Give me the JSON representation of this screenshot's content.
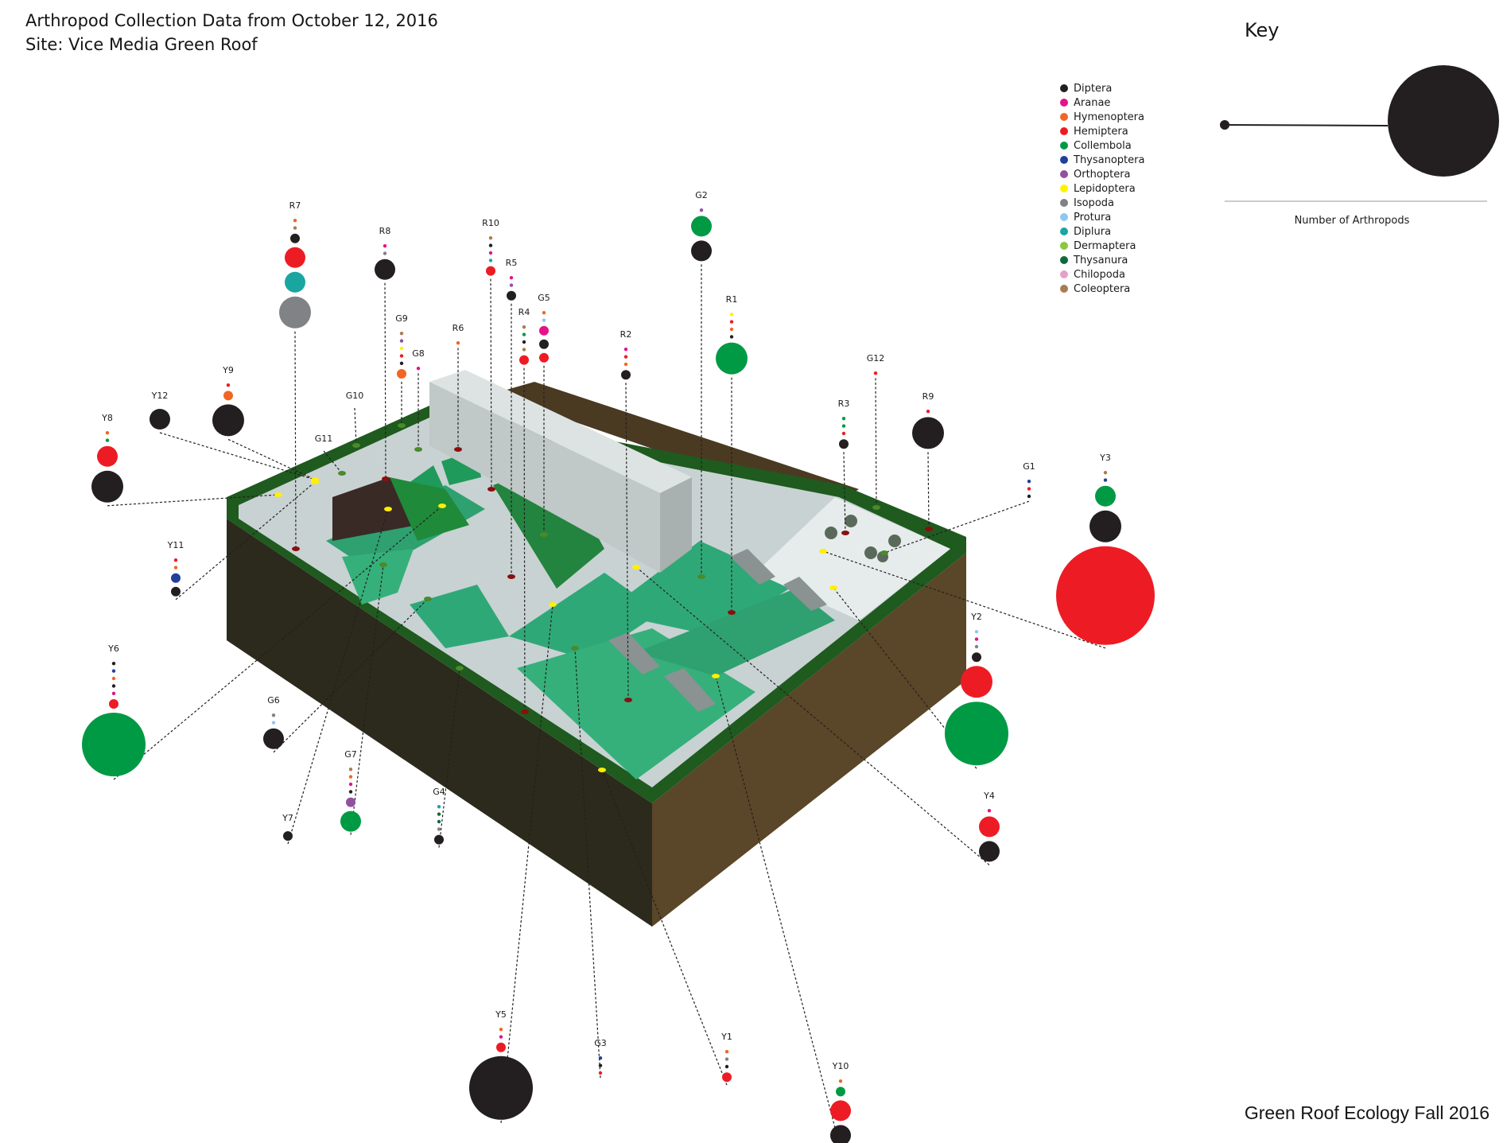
{
  "title": "Arthropod Collection Data from October 12, 2016",
  "subtitle": "Site: Vice Media Green Roof",
  "key_title": "Key",
  "size_key_label": "Number of Arthropods",
  "footer": "Green Roof Ecology Fall 2016",
  "legend": [
    {
      "name": "Diptera",
      "color": "#231f20"
    },
    {
      "name": "Aranae",
      "color": "#e5128a"
    },
    {
      "name": "Hymenoptera",
      "color": "#f26522"
    },
    {
      "name": "Hemiptera",
      "color": "#ed1c24"
    },
    {
      "name": "Collembola",
      "color": "#009a44"
    },
    {
      "name": "Thysanoptera",
      "color": "#21409a"
    },
    {
      "name": "Orthoptera",
      "color": "#92519f"
    },
    {
      "name": "Lepidoptera",
      "color": "#fff200"
    },
    {
      "name": "Isopoda",
      "color": "#808285"
    },
    {
      "name": "Protura",
      "color": "#8ec8f0"
    },
    {
      "name": "Diplura",
      "color": "#1aa6a0"
    },
    {
      "name": "Dermaptera",
      "color": "#8dc63f"
    },
    {
      "name": "Thysanura",
      "color": "#0c6b3a"
    },
    {
      "name": "Chilopoda",
      "color": "#e7a0c8"
    },
    {
      "name": "Coleoptera",
      "color": "#a97c50"
    }
  ],
  "stations": [
    {
      "id": "R7",
      "points": [
        [
          "Hymenoptera",
          "s"
        ],
        [
          "Coleoptera",
          "s"
        ],
        [
          "Diptera",
          "m"
        ],
        [
          "Hemiptera",
          "l"
        ],
        [
          "Diplura",
          "l"
        ],
        [
          "Isopoda",
          "xl"
        ]
      ]
    },
    {
      "id": "R8",
      "points": [
        [
          "Aranae",
          "s"
        ],
        [
          "Isopoda",
          "s"
        ],
        [
          "Diptera",
          "l"
        ]
      ]
    },
    {
      "id": "R10",
      "points": [
        [
          "Coleoptera",
          "s"
        ],
        [
          "Diptera",
          "s"
        ],
        [
          "Aranae",
          "s"
        ],
        [
          "Diplura",
          "s"
        ],
        [
          "Hemiptera",
          "m"
        ]
      ]
    },
    {
      "id": "R5",
      "points": [
        [
          "Aranae",
          "s"
        ],
        [
          "Orthoptera",
          "s"
        ],
        [
          "Diptera",
          "m"
        ]
      ]
    },
    {
      "id": "G5",
      "points": [
        [
          "Hymenoptera",
          "s"
        ],
        [
          "Protura",
          "s"
        ],
        [
          "Aranae",
          "m"
        ],
        [
          "Diptera",
          "m"
        ],
        [
          "Hemiptera",
          "m"
        ]
      ]
    },
    {
      "id": "R4",
      "points": [
        [
          "Coleoptera",
          "s"
        ],
        [
          "Collembola",
          "s"
        ],
        [
          "Diptera",
          "s"
        ],
        [
          "Coleoptera",
          "s"
        ],
        [
          "Hemiptera",
          "m"
        ]
      ]
    },
    {
      "id": "G9",
      "points": [
        [
          "Coleoptera",
          "s"
        ],
        [
          "Orthoptera",
          "s"
        ],
        [
          "Lepidoptera",
          "s"
        ],
        [
          "Hemiptera",
          "s"
        ],
        [
          "Diptera",
          "s"
        ],
        [
          "Hymenoptera",
          "m"
        ]
      ]
    },
    {
      "id": "G8",
      "points": [
        [
          "Aranae",
          "s"
        ]
      ]
    },
    {
      "id": "R6",
      "points": [
        [
          "Hymenoptera",
          "s"
        ]
      ]
    },
    {
      "id": "R2",
      "points": [
        [
          "Aranae",
          "s"
        ],
        [
          "Hemiptera",
          "s"
        ],
        [
          "Hymenoptera",
          "s"
        ],
        [
          "Diptera",
          "m"
        ]
      ]
    },
    {
      "id": "G2",
      "points": [
        [
          "Orthoptera",
          "s"
        ],
        [
          "Collembola",
          "l"
        ],
        [
          "Diptera",
          "l"
        ]
      ]
    },
    {
      "id": "R1",
      "points": [
        [
          "Lepidoptera",
          "s"
        ],
        [
          "Hemiptera",
          "s"
        ],
        [
          "Hymenoptera",
          "s"
        ],
        [
          "Diptera",
          "s"
        ],
        [
          "Collembola",
          "xl"
        ]
      ]
    },
    {
      "id": "Y9",
      "points": [
        [
          "Hemiptera",
          "s"
        ],
        [
          "Hymenoptera",
          "m"
        ],
        [
          "Diptera",
          "xl"
        ]
      ]
    },
    {
      "id": "Y12",
      "points": [
        [
          "Diptera",
          "l"
        ]
      ]
    },
    {
      "id": "G10",
      "points": []
    },
    {
      "id": "G11",
      "points": []
    },
    {
      "id": "Y8",
      "points": [
        [
          "Hymenoptera",
          "s"
        ],
        [
          "Collembola",
          "s"
        ],
        [
          "Hemiptera",
          "l"
        ],
        [
          "Diptera",
          "xl"
        ]
      ]
    },
    {
      "id": "Y11",
      "points": [
        [
          "Hemiptera",
          "s"
        ],
        [
          "Hymenoptera",
          "s"
        ],
        [
          "Thysanoptera",
          "m"
        ],
        [
          "Diptera",
          "m"
        ]
      ]
    },
    {
      "id": "Y6",
      "points": [
        [
          "Diptera",
          "s"
        ],
        [
          "Thysanoptera",
          "s"
        ],
        [
          "Hymenoptera",
          "s"
        ],
        [
          "Diptera",
          "s"
        ],
        [
          "Aranae",
          "s"
        ],
        [
          "Hemiptera",
          "m"
        ],
        [
          "Collembola",
          "xxl"
        ]
      ]
    },
    {
      "id": "G6",
      "points": [
        [
          "Isopoda",
          "s"
        ],
        [
          "Protura",
          "s"
        ],
        [
          "Diptera",
          "l"
        ]
      ]
    },
    {
      "id": "G7",
      "points": [
        [
          "Coleoptera",
          "s"
        ],
        [
          "Hymenoptera",
          "s"
        ],
        [
          "Aranae",
          "s"
        ],
        [
          "Diptera",
          "s"
        ],
        [
          "Orthoptera",
          "m"
        ],
        [
          "Collembola",
          "l"
        ]
      ]
    },
    {
      "id": "Y7",
      "points": [
        [
          "Diptera",
          "m"
        ]
      ]
    },
    {
      "id": "G4",
      "points": [
        [
          "Diplura",
          "s"
        ],
        [
          "Thysanura",
          "s"
        ],
        [
          "Thysanura",
          "s"
        ],
        [
          "Isopoda",
          "s"
        ],
        [
          "Diptera",
          "m"
        ]
      ]
    },
    {
      "id": "R3",
      "points": [
        [
          "Collembola",
          "s"
        ],
        [
          "Collembola",
          "s"
        ],
        [
          "Hemiptera",
          "s"
        ],
        [
          "Diptera",
          "m"
        ]
      ]
    },
    {
      "id": "G12",
      "points": [
        [
          "Hemiptera",
          "s"
        ]
      ]
    },
    {
      "id": "R9",
      "points": [
        [
          "Hemiptera",
          "s"
        ],
        [
          "Diptera",
          "xl"
        ]
      ]
    },
    {
      "id": "G1",
      "points": [
        [
          "Thysanoptera",
          "s"
        ],
        [
          "Hemiptera",
          "s"
        ],
        [
          "Diptera",
          "s"
        ]
      ]
    },
    {
      "id": "Y3",
      "points": [
        [
          "Coleoptera",
          "s"
        ],
        [
          "Thysanoptera",
          "s"
        ],
        [
          "Collembola",
          "l"
        ],
        [
          "Diptera",
          "xl"
        ],
        [
          "Hemiptera",
          "xxxl"
        ]
      ]
    },
    {
      "id": "Y2",
      "points": [
        [
          "Protura",
          "s"
        ],
        [
          "Aranae",
          "s"
        ],
        [
          "Isopoda",
          "s"
        ],
        [
          "Diptera",
          "m"
        ],
        [
          "Hemiptera",
          "xl"
        ],
        [
          "Collembola",
          "xxl"
        ]
      ]
    },
    {
      "id": "Y4",
      "points": [
        [
          "Aranae",
          "s"
        ],
        [
          "Hemiptera",
          "l"
        ],
        [
          "Diptera",
          "l"
        ]
      ]
    },
    {
      "id": "Y5",
      "points": [
        [
          "Hymenoptera",
          "s"
        ],
        [
          "Aranae",
          "s"
        ],
        [
          "Hemiptera",
          "m"
        ],
        [
          "Diptera",
          "xxl"
        ]
      ]
    },
    {
      "id": "G3",
      "points": [
        [
          "Thysanoptera",
          "s"
        ],
        [
          "Diptera",
          "s"
        ],
        [
          "Hemiptera",
          "s"
        ]
      ]
    },
    {
      "id": "Y1",
      "points": [
        [
          "Hymenoptera",
          "s"
        ],
        [
          "Isopoda",
          "s"
        ],
        [
          "Diptera",
          "s"
        ],
        [
          "Hemiptera",
          "m"
        ]
      ]
    },
    {
      "id": "Y10",
      "points": [
        [
          "Hymenoptera",
          "s"
        ],
        [
          "Collembola",
          "m"
        ],
        [
          "Hemiptera",
          "l"
        ],
        [
          "Diptera",
          "l"
        ]
      ]
    }
  ]
}
